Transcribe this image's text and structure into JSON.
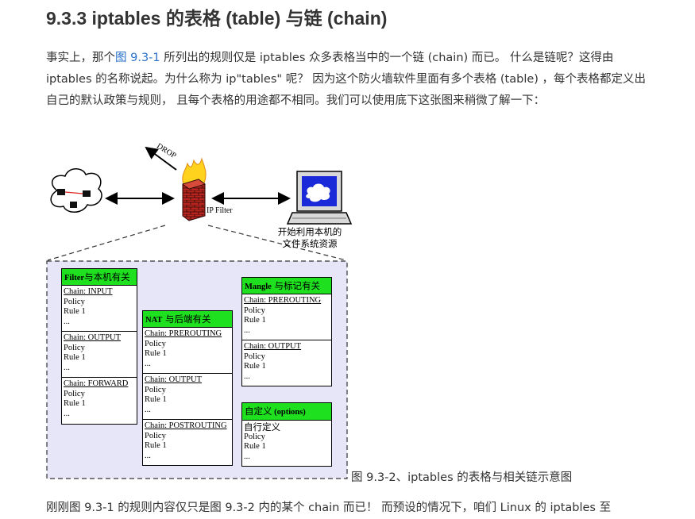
{
  "title": "9.3.3 iptables 的表格 (table) 与链 (chain)",
  "intro": {
    "before_link": "事实上，那个",
    "link": "图 9.3-1",
    "after_link": " 所列出的规则仅是 iptables 众多表格当中的一个链 (chain) 而已。 什么是链呢？这得由 iptables 的名称说起。为什么称为 ip\"tables\" 呢？ 因为这个防火墙软件里面有多个表格 (table) ，每个表格都定义出自己的默认政策与规则， 且每个表格的用途都不相同。我们可以使用底下这张图来稍微了解一下："
  },
  "figure": {
    "drop_label": "DROP",
    "ip_filter_label": "IP Filter",
    "resource_label_line1": "开始利用本机的",
    "resource_label_line2": "文件系统资源",
    "tables": {
      "filter": {
        "head_en": "Filter",
        "head_cjk": "与本机有关",
        "chains": [
          {
            "name": "Chain: INPUT",
            "policy": "Policy",
            "rule": "Rule 1",
            "more": "..."
          },
          {
            "name": "Chain: OUTPUT",
            "policy": "Policy",
            "rule": "Rule 1",
            "more": "..."
          },
          {
            "name": "Chain: FORWARD",
            "policy": "Policy",
            "rule": "Rule 1",
            "more": "..."
          }
        ]
      },
      "nat": {
        "head_en": "NAT",
        "head_cjk": " 与后端有关",
        "chains": [
          {
            "name": "Chain: PREROUTING",
            "policy": "Policy",
            "rule": "Rule 1",
            "more": "..."
          },
          {
            "name": "Chain: OUTPUT",
            "policy": "Policy",
            "rule": "Rule 1",
            "more": "..."
          },
          {
            "name": "Chain: POSTROUTING",
            "policy": "Policy",
            "rule": "Rule 1",
            "more": "..."
          }
        ]
      },
      "mangle": {
        "head_en": "Mangle",
        "head_cjk": " 与标记有关",
        "chains": [
          {
            "name": "Chain: PREROUTING",
            "policy": "Policy",
            "rule": "Rule 1",
            "more": "..."
          },
          {
            "name": "Chain: OUTPUT",
            "policy": "Policy",
            "rule": "Rule 1",
            "more": "..."
          }
        ]
      },
      "custom": {
        "head_cjk": "自定义",
        "head_en": " (options)",
        "chain_label": "自行定义",
        "policy": "Policy",
        "rule": "Rule 1",
        "more": "..."
      }
    },
    "caption": "图 9.3-2、iptables 的表格与相关链示意图"
  },
  "outro": "刚刚图 9.3-1 的规则内容仅只是图 9.3-2 内的某个 chain 而已！ 而预设的情况下，咱们 Linux 的 iptables 至",
  "colors": {
    "header_green": "#1ee01e",
    "panel_bg": "#e6e6f8",
    "link_blue": "#2a72c9",
    "wall_red": "#b8241e",
    "flame_yellow": "#ffd21e",
    "monitor_blue": "#1a2ad8"
  }
}
